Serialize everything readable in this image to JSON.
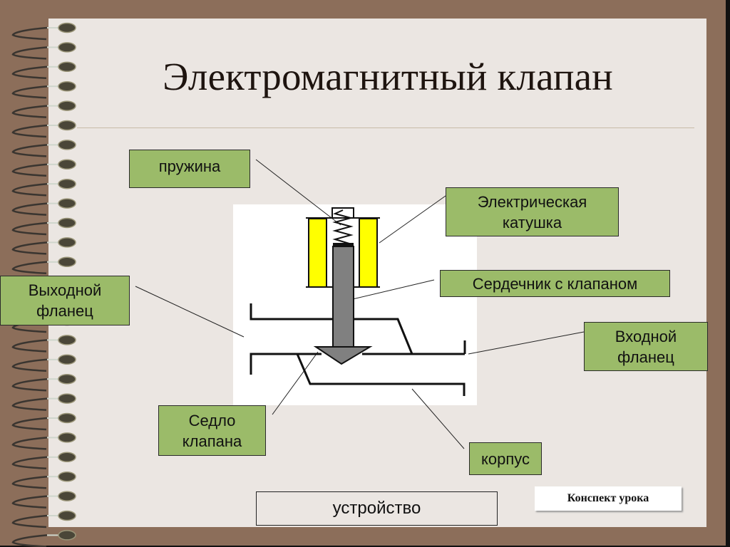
{
  "slide": {
    "title": "Электромагнитный клапан",
    "caption": "устройство",
    "nav_button_label": "Конспект урока"
  },
  "labels": {
    "spring": "пружина",
    "coil": "Электрическая катушка",
    "core": "Сердечник с клапаном",
    "outlet": "Выходной фланец",
    "inlet": "Входной фланец",
    "seat": "Седло клапана",
    "body": "корпус"
  },
  "colors": {
    "frame": "#8c6e5a",
    "page": "#ebe6e2",
    "label_fill": "#9bbb69",
    "coil_fill": "#ffff00",
    "core_fill": "#808080"
  }
}
